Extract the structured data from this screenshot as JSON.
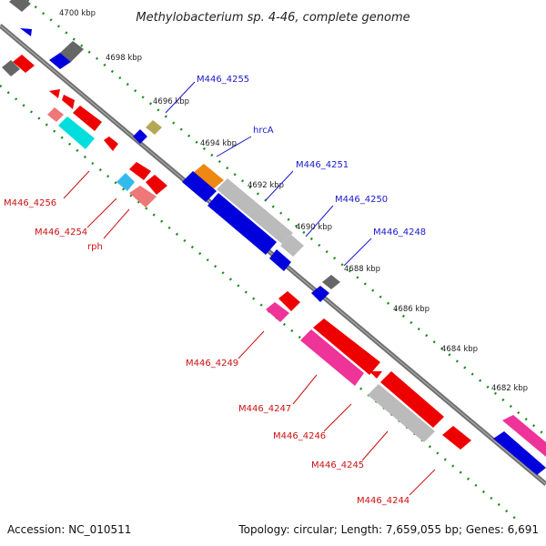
{
  "title": "Methylobacterium sp. 4-46, complete genome",
  "footer": {
    "accession": "Accession: NC_010511",
    "summary": "Topology: circular; Length: 7,659,055 bp; Genes: 6,691"
  },
  "ticks": [
    "4700 kbp",
    "4698 kbp",
    "4696 kbp",
    "4694 kbp",
    "4692 kbp",
    "4690 kbp",
    "4688 kbp",
    "4686 kbp",
    "4684 kbp",
    "4682 kbp"
  ],
  "labels": {
    "top": [
      "M446_4255",
      "hrcA",
      "M446_4251",
      "M446_4250",
      "M446_4248"
    ],
    "bottom": [
      "M446_4256",
      "M446_4254",
      "rph",
      "M446_4249",
      "M446_4247",
      "M446_4246",
      "M446_4245",
      "M446_4244"
    ]
  },
  "colors": {
    "red": "#ee0000",
    "blue": "#0000dd",
    "gray": "#666666",
    "lightgray": "#bbbbbb",
    "pink": "#ee3399",
    "salmon": "#ee7777",
    "cyan": "#00dddd",
    "skyblue": "#33bbee",
    "orange": "#ee8811",
    "khaki": "#b5a855",
    "backbone": "#777777",
    "tickdots": "#1a8a1a"
  }
}
